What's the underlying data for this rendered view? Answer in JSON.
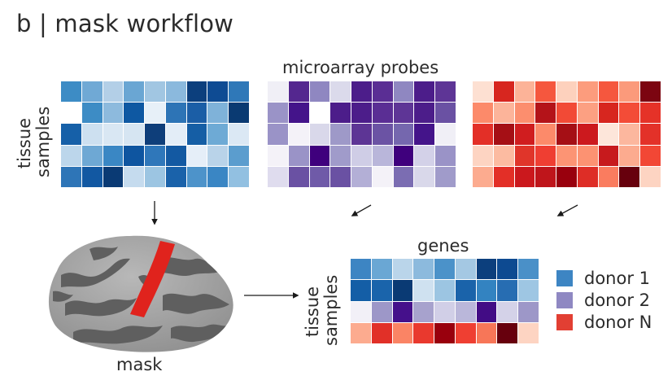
{
  "title": "b | mask workflow",
  "labels": {
    "probes": "microarray probes",
    "tissue_line1": "tissue",
    "tissue_line2": "samples",
    "genes": "genes",
    "mask": "mask"
  },
  "legend": [
    {
      "label": "donor 1",
      "color": "#3d85c3"
    },
    {
      "label": "donor 2",
      "color": "#8f88c2"
    },
    {
      "label": "donor N",
      "color": "#e23f33"
    }
  ],
  "heatmaps": {
    "blue": [
      [
        "#3d8cc5",
        "#70a9d5",
        "#b3cfe7",
        "#6aa6d3",
        "#a1c6e2",
        "#8bb9dd",
        "#0c3f7d",
        "#0e4b93",
        "#2f78b8"
      ],
      [
        "#ffffff",
        "#3d8cc5",
        "#8dbadd",
        "#0e58a2",
        "#e7f0f8",
        "#2d74b6",
        "#1b5ea6",
        "#7fb2d9",
        "#0a3a72"
      ],
      [
        "#1660a8",
        "#cde0f0",
        "#d9e7f3",
        "#d6e5f2",
        "#0e3e7a",
        "#e3edf7",
        "#155ea5",
        "#6eaad5",
        "#dbe8f4"
      ],
      [
        "#bcd6eb",
        "#6ea8d4",
        "#3a87c4",
        "#0e55a0",
        "#2f77ba",
        "#1359a2",
        "#e5eef8",
        "#b9d3e9",
        "#5b9dce"
      ],
      [
        "#2e75b7",
        "#1258a2",
        "#0a3a74",
        "#c5dbee",
        "#9cc5e2",
        "#1a62aa",
        "#4d93ca",
        "#3a86c4",
        "#92c0e1"
      ]
    ],
    "purple": [
      [
        "#f0eff6",
        "#54278f",
        "#8f87c1",
        "#dbdaeb",
        "#4c1d8a",
        "#5a2e94",
        "#8f87c1",
        "#4c1d8a",
        "#5e3596"
      ],
      [
        "#9a93c7",
        "#44148a",
        "#ffffff",
        "#4c1d8a",
        "#4c1d8a",
        "#5a2e94",
        "#5e3596",
        "#4c1d8a",
        "#6a51a3"
      ],
      [
        "#9a93c7",
        "#f4f2f8",
        "#d9d8ea",
        "#9e99c8",
        "#5d3595",
        "#6b53a4",
        "#7567ae",
        "#44148a",
        "#f0eff6"
      ],
      [
        "#f4f2f8",
        "#9a93c7",
        "#3f007d",
        "#a09bca",
        "#cfcde6",
        "#b9b6da",
        "#3f007d",
        "#d3d1e8",
        "#9a93c7"
      ],
      [
        "#dfdcee",
        "#6a51a3",
        "#6f5aa8",
        "#6a51a3",
        "#b3afd6",
        "#f4f2f8",
        "#7b6db2",
        "#d9d8ea",
        "#a09bca"
      ]
    ],
    "red": [
      [
        "#fde0d2",
        "#d7261f",
        "#fcb398",
        "#f5573e",
        "#fdd1bd",
        "#fc9c7d",
        "#f5573e",
        "#fb9a7b",
        "#7c0511"
      ],
      [
        "#fc8a6a",
        "#fcb49a",
        "#fc8e6e",
        "#b41319",
        "#f24a36",
        "#fca082",
        "#d7261f",
        "#f34c37",
        "#e53228"
      ],
      [
        "#e32f27",
        "#a50f15",
        "#d01d1f",
        "#fc8a6a",
        "#a50f15",
        "#cc191e",
        "#fde6da",
        "#fcb79e",
        "#e33129"
      ],
      [
        "#fdd4c2",
        "#fcbba1",
        "#e0352a",
        "#ef3e32",
        "#fc9474",
        "#fc9272",
        "#c71a1d",
        "#fcab8f",
        "#f24735"
      ],
      [
        "#fcab8f",
        "#e32f27",
        "#cb181d",
        "#bf151b",
        "#99000d",
        "#de2d26",
        "#fa7c5f",
        "#67000d",
        "#fdd4c2"
      ]
    ],
    "genes": [
      [
        "#3d85c3",
        "#6aa7d4",
        "#bad5ea",
        "#8cbadd",
        "#4b92c9",
        "#a4c8e3",
        "#0c3f7d",
        "#0d4a91",
        "#4a90c8"
      ],
      [
        "#145ea6",
        "#1a64ab",
        "#0a3a74",
        "#cfe1f0",
        "#9cc5e2",
        "#1a63aa",
        "#3383c1",
        "#276db2",
        "#9ec6e3"
      ],
      [
        "#f2f0f7",
        "#9d97c8",
        "#45108b",
        "#a7a2cd",
        "#d1cfe7",
        "#bab7da",
        "#420c85",
        "#d4d2e8",
        "#9d97c8"
      ],
      [
        "#fcab8f",
        "#e13028",
        "#fa8465",
        "#e9392e",
        "#99000d",
        "#ef3f32",
        "#f77658",
        "#67000d",
        "#fdd4c2"
      ]
    ]
  }
}
